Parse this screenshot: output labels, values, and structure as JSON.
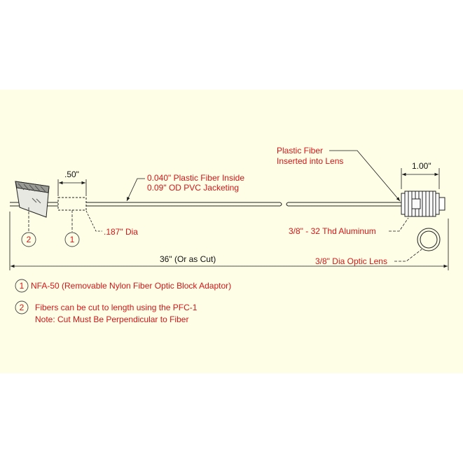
{
  "colors": {
    "background": "#fefde6",
    "annotation": "#d01818",
    "outline": "#222222",
    "leader": "#1a1a1a"
  },
  "dimensions": {
    "adapter_length": ".50\"",
    "adapter_dia": ".187\" Dia",
    "fitting_length": "1.00\"",
    "overall_length": "36\" (Or as Cut)"
  },
  "callouts": {
    "fiber_spec_line1": "0.040\" Plastic Fiber Inside",
    "fiber_spec_line2": "0.09\" OD PVC Jacketing",
    "lens_fiber_line1": "Plastic Fiber",
    "lens_fiber_line2": "Inserted into Lens",
    "thread_spec": "3/8\" - 32 Thd Aluminum",
    "optic_lens": "3/8\" Dia Optic Lens"
  },
  "balloons": {
    "cutter": "2",
    "adapter": "1"
  },
  "notes": [
    {
      "num": "1",
      "line1": "NFA-50 (Removable Nylon Fiber Optic Block Adaptor)",
      "line2": ""
    },
    {
      "num": "2",
      "line1": "Fibers can be cut to length using the PFC-1",
      "line2": "Note: Cut Must Be Perpendicular to Fiber"
    }
  ]
}
